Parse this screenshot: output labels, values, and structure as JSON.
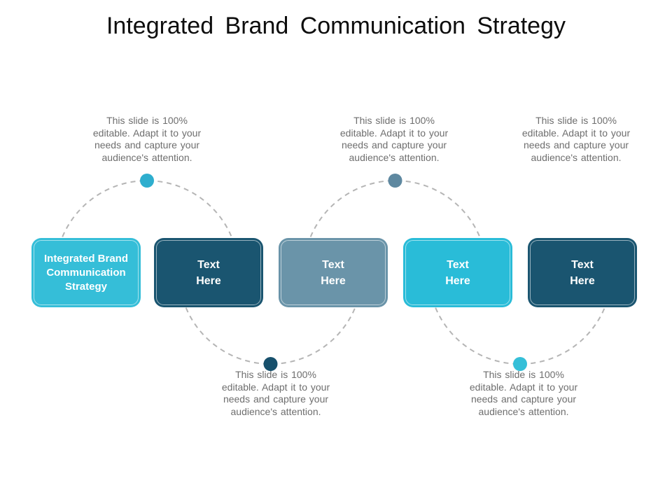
{
  "slide": {
    "title": "Integrated Brand Communication Strategy",
    "background_color": "#ffffff",
    "title_color": "#0d0d0d"
  },
  "captions": {
    "note_lines": [
      "This slide is 100%",
      "editable. Adapt it to your",
      "needs and capture your",
      "audience's attention."
    ],
    "text_color": "#6e6e6e",
    "placements": [
      "top-left",
      "top-center",
      "top-right",
      "bottom-left",
      "bottom-right"
    ]
  },
  "boxes": [
    {
      "label_lines": [
        "Integrated Brand",
        "Communication",
        "Strategy"
      ],
      "fill": "#35BED8",
      "text_color": "#ffffff"
    },
    {
      "label_lines": [
        "Text",
        "Here"
      ],
      "fill": "#1A5570",
      "text_color": "#ffffff"
    },
    {
      "label_lines": [
        "Text",
        "Here"
      ],
      "fill": "#6A94A9",
      "text_color": "#ffffff"
    },
    {
      "label_lines": [
        "Text",
        "Here"
      ],
      "fill": "#29BCD8",
      "text_color": "#ffffff"
    },
    {
      "label_lines": [
        "Text",
        "Here"
      ],
      "fill": "#1A5570",
      "text_color": "#ffffff"
    }
  ],
  "connectors": {
    "arc_color": "#b5b5b5",
    "arc_style": "dashed",
    "dots": [
      {
        "position": "top-of-gap-1",
        "color": "#2EAECE"
      },
      {
        "position": "bottom-of-gap-2",
        "color": "#17506C"
      },
      {
        "position": "top-of-gap-3",
        "color": "#5E88A0"
      },
      {
        "position": "bottom-of-gap-4",
        "color": "#35BFD8"
      }
    ]
  }
}
